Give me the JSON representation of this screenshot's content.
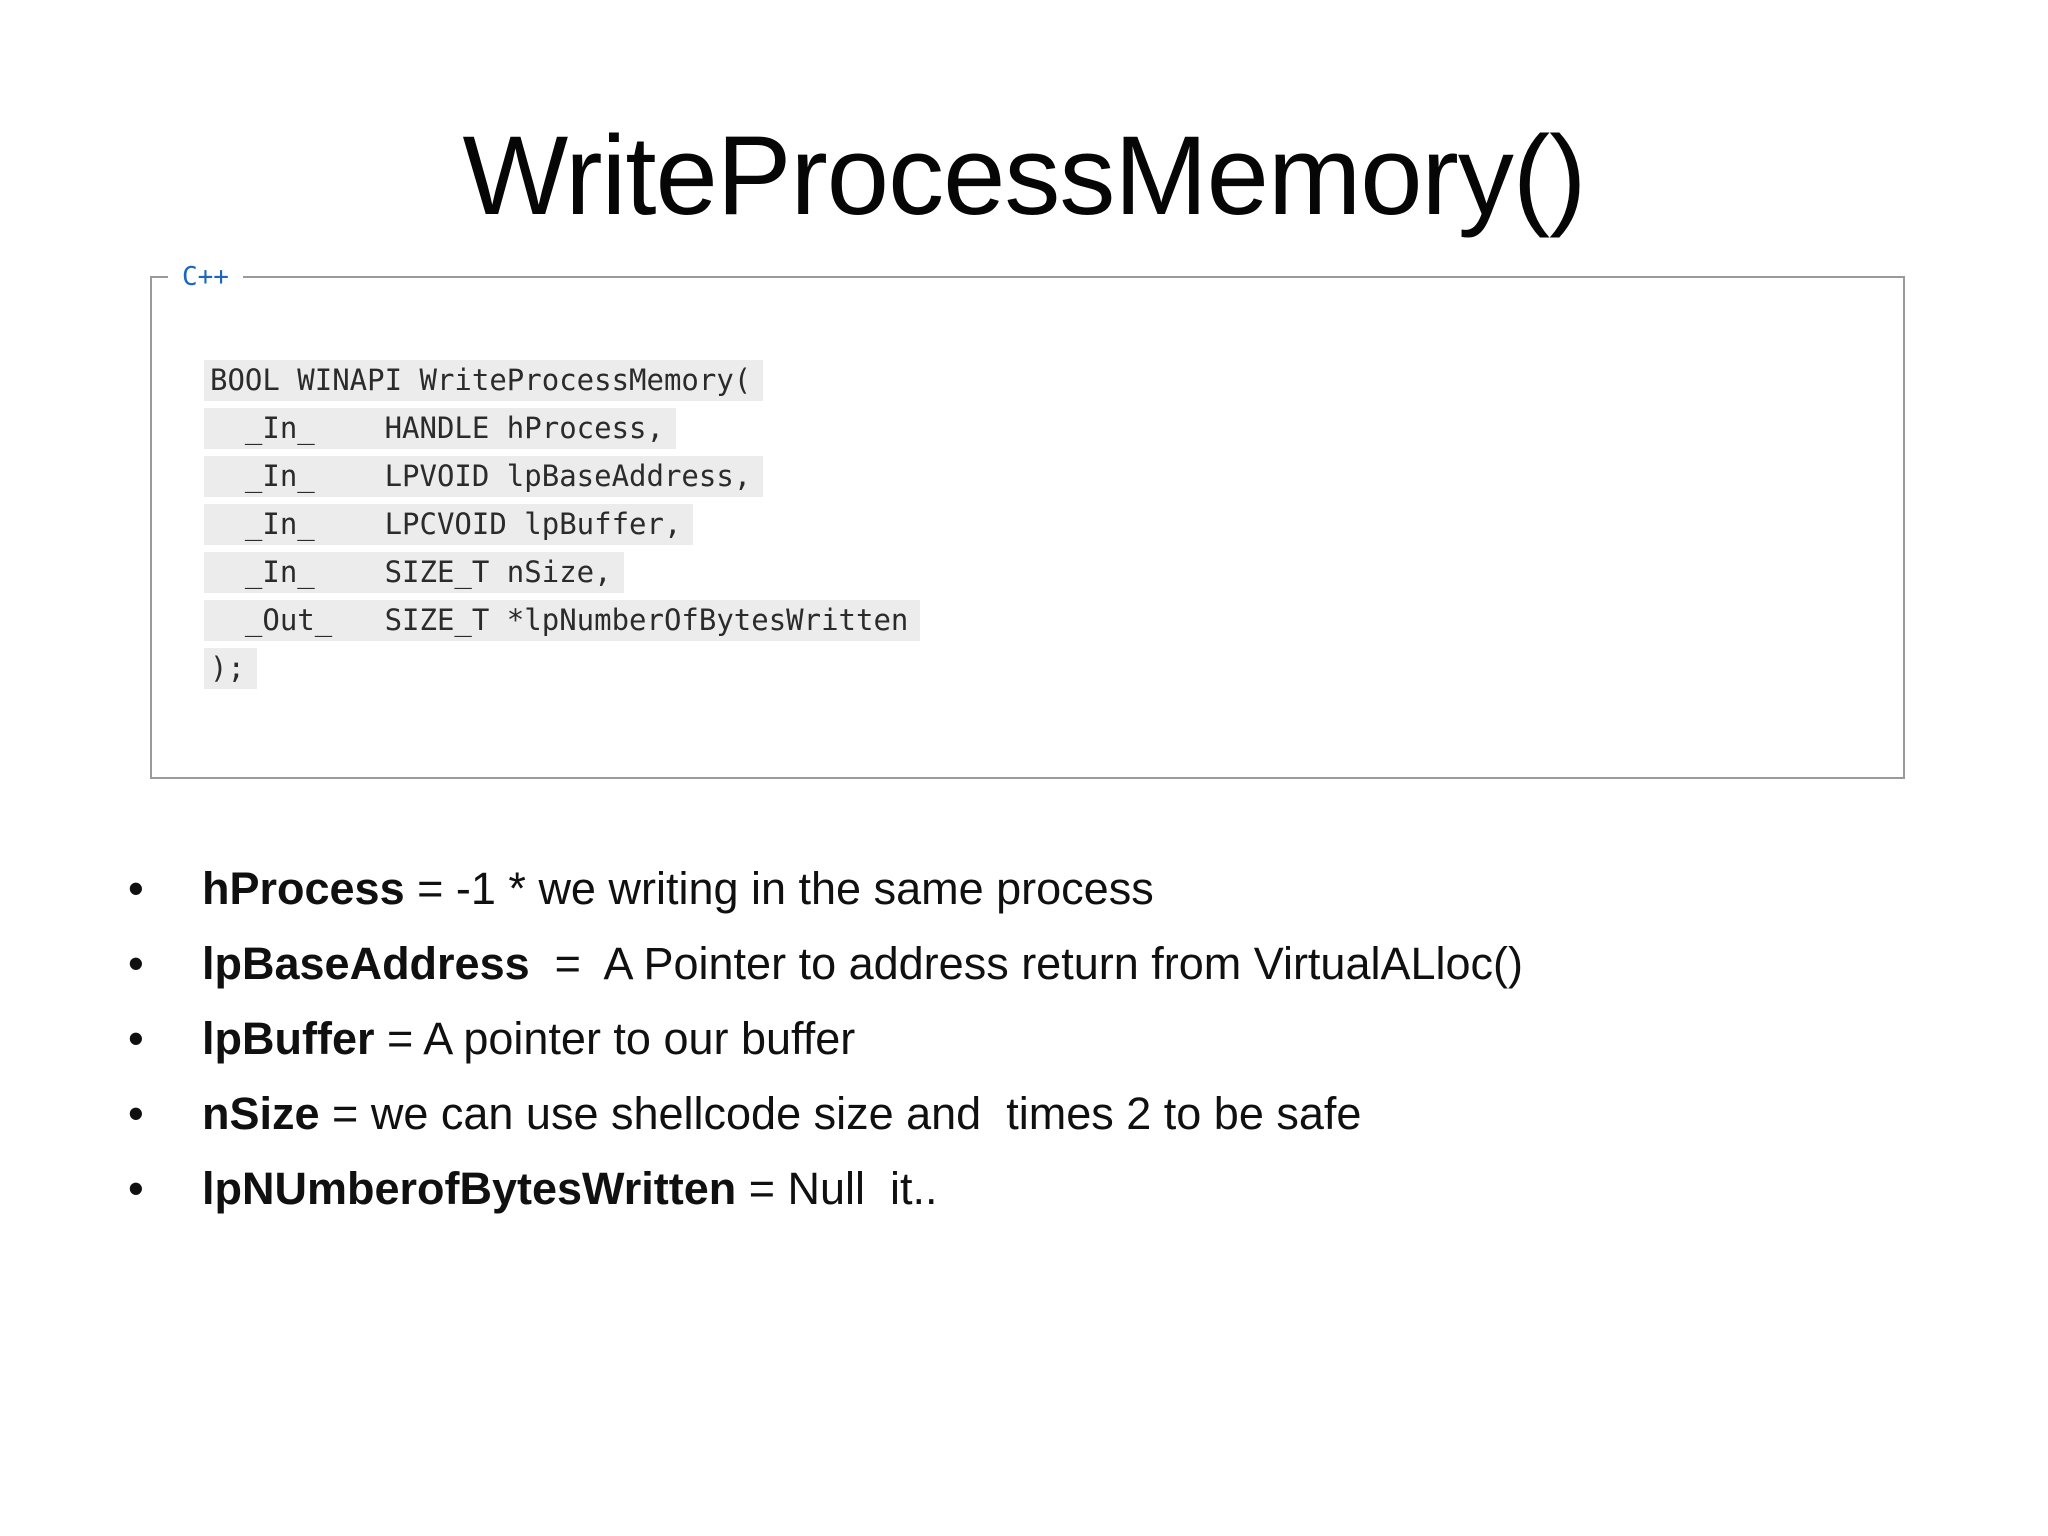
{
  "slide": {
    "title": "WriteProcessMemory()",
    "code_box": {
      "legend": "C++",
      "lines": [
        "BOOL WINAPI WriteProcessMemory(",
        "  _In_    HANDLE hProcess,",
        "  _In_    LPVOID lpBaseAddress,",
        "  _In_    LPCVOID lpBuffer,",
        "  _In_    SIZE_T nSize,",
        "  _Out_   SIZE_T *lpNumberOfBytesWritten",
        ");"
      ]
    },
    "bullet_glyph": "•",
    "bullets": [
      {
        "term": "hProcess",
        "desc": " = -1 * we writing in the same process"
      },
      {
        "term": "lpBaseAddress",
        "desc": "  =  A Pointer to address return from VirtualALloc()"
      },
      {
        "term": "lpBuffer",
        "desc": " = A pointer to our buffer"
      },
      {
        "term": "nSize",
        "desc": " = we can use shellcode size and  times 2 to be safe"
      },
      {
        "term": "lpNUmberofBytesWritten",
        "desc": " = Null  it.."
      }
    ],
    "colors": {
      "legend_blue": "#1b66c2",
      "border_gray": "#9a9a9a",
      "code_highlight": "#ececec",
      "text_black": "#0e0e0e"
    }
  }
}
